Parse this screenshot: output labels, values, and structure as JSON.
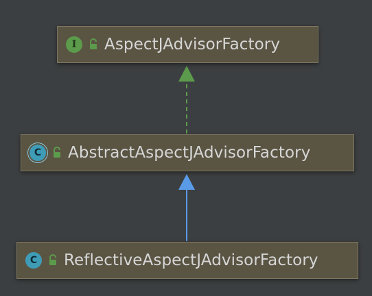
{
  "colors": {
    "background": "#3c3f41",
    "node_fill": "#5a5443",
    "node_border": "#7e7760",
    "text": "#d6d6d6",
    "implements_edge": "#5c9b4b",
    "extends_edge": "#5a9be8"
  },
  "nodes": [
    {
      "id": "n1",
      "kind_icon": "interface-icon",
      "kind_letter": "I",
      "access_icon": "public-lock-icon",
      "label": "AspectJAdvisorFactory"
    },
    {
      "id": "n2",
      "kind_icon": "abstract-class-icon",
      "kind_letter": "C",
      "access_icon": "public-lock-icon",
      "label": "AbstractAspectJAdvisorFactory"
    },
    {
      "id": "n3",
      "kind_icon": "class-icon",
      "kind_letter": "C",
      "access_icon": "public-lock-icon",
      "label": "ReflectiveAspectJAdvisorFactory"
    }
  ],
  "edges": [
    {
      "from": "n2",
      "to": "n1",
      "style": "dashed",
      "relation": "implements"
    },
    {
      "from": "n3",
      "to": "n2",
      "style": "solid",
      "relation": "extends"
    }
  ]
}
